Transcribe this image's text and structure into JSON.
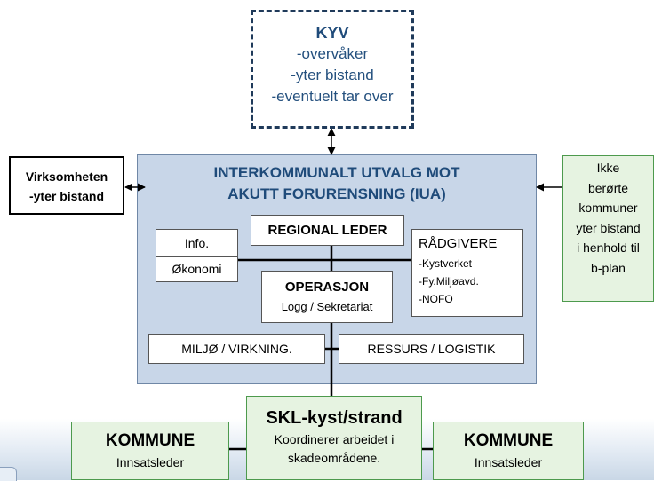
{
  "kyv": {
    "title": "KYV",
    "lines": [
      "-overvåker",
      "-yter bistand",
      "-eventuelt tar over"
    ]
  },
  "virksomheten": {
    "lines": [
      "Virksomheten",
      "-yter bistand"
    ]
  },
  "ikke_berorte": {
    "lines": [
      "Ikke",
      "berørte",
      "kommuner",
      "yter bistand",
      "i henhold til",
      "b-plan"
    ]
  },
  "iua": {
    "title_line1": "INTERKOMMUNALT UTVALG MOT",
    "title_line2": "AKUTT FORURENSNING (IUA)"
  },
  "regional_leder": "REGIONAL LEDER",
  "info_box": {
    "top": "Info.",
    "bottom": "Økonomi"
  },
  "radgivere": {
    "title": "RÅDGIVERE",
    "items": [
      "-Kystverket",
      "-Fy.Miljøavd.",
      "-NOFO"
    ]
  },
  "operasjon": {
    "title": "OPERASJON",
    "subtitle": "Logg / Sekretariat"
  },
  "miljo": "MILJØ / VIRKNING.",
  "ressurs": "RESSURS / LOGISTIK",
  "skl": {
    "title": "SKL-kyst/strand",
    "lines": [
      "Koordinerer arbeidet i",
      "skadeområdene."
    ]
  },
  "kommune_left": {
    "title": "KOMMUNE",
    "subtitle": "Innsatsleder"
  },
  "kommune_right": {
    "title": "KOMMUNE",
    "subtitle": "Innsatsleder"
  },
  "colors": {
    "iua_fill": "#c8d6e8",
    "green_fill": "#e6f3e1",
    "green_border": "#4d9a4d",
    "kyv_text": "#24507e",
    "title_blue": "#1f4b7a"
  }
}
